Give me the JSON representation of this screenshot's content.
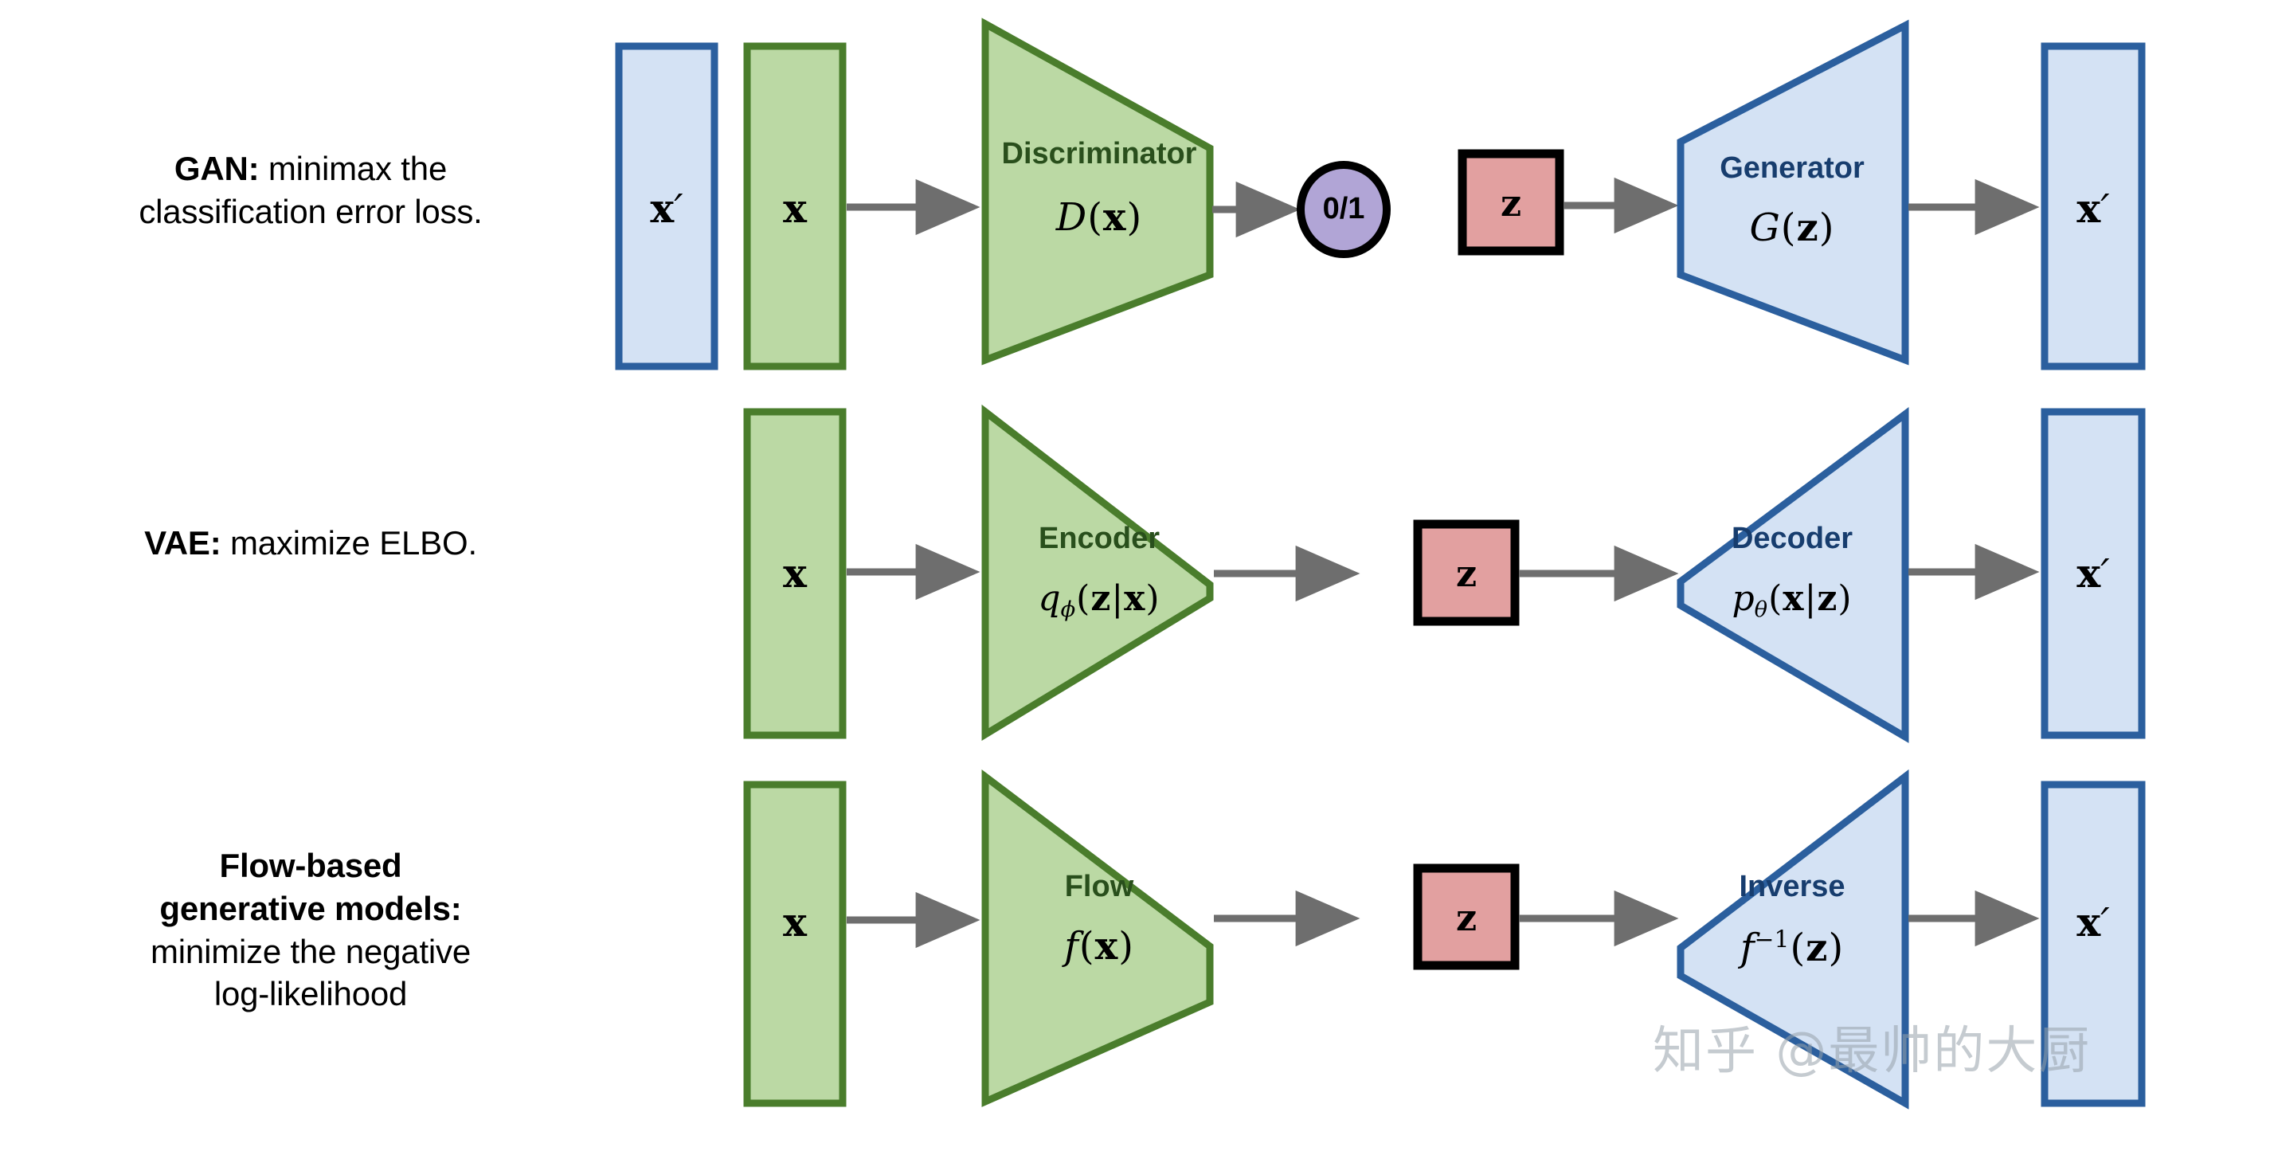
{
  "palette": {
    "green_fill": "#bbd9a4",
    "green_stroke": "#4a7d2c",
    "blue_fill": "#d4e2f4",
    "blue_stroke": "#2b5f9e",
    "pink_fill": "#e2a0a0",
    "pink_stroke": "#000000",
    "purple_fill": "#b1a5d6",
    "purple_stroke": "#000000",
    "arrow_gray": "#6e6e6e",
    "green_text": "#294f1c",
    "blue_text": "#173d6e",
    "background": "#ffffff"
  },
  "rows": [
    {
      "id": "gan",
      "caption_lead": "GAN:",
      "caption_rest": " minimax the classification error loss.",
      "caption_lines": [
        "GAN: minimax the",
        "classification error loss."
      ],
      "nodes": [
        {
          "name": "x-prime-input",
          "label": "x′",
          "kind": "blue-box"
        },
        {
          "name": "x-input",
          "label": "x",
          "kind": "green-box"
        },
        {
          "name": "discriminator",
          "title": "Discriminator",
          "formula": "D(x)",
          "kind": "green-trapezoid-narrow-right"
        },
        {
          "name": "binary-output",
          "label": "0/1",
          "kind": "purple-circle"
        },
        {
          "name": "z-latent",
          "label": "z",
          "kind": "pink-box"
        },
        {
          "name": "generator",
          "title": "Generator",
          "formula": "G(z)",
          "kind": "blue-trapezoid-wide-right"
        },
        {
          "name": "x-prime-output",
          "label": "x′",
          "kind": "blue-box"
        }
      ]
    },
    {
      "id": "vae",
      "caption_lead": "VAE:",
      "caption_rest": " maximize ELBO.",
      "caption_lines": [
        "VAE: maximize ELBO."
      ],
      "nodes": [
        {
          "name": "x-input",
          "label": "x",
          "kind": "green-box"
        },
        {
          "name": "encoder",
          "title": "Encoder",
          "formula": "qϕ(z|x)",
          "kind": "green-trapezoid-narrow-right"
        },
        {
          "name": "z-latent",
          "label": "z",
          "kind": "pink-box"
        },
        {
          "name": "decoder",
          "title": "Decoder",
          "formula": "pθ(x|z)",
          "kind": "blue-trapezoid-wide-right"
        },
        {
          "name": "x-prime-output",
          "label": "x′",
          "kind": "blue-box"
        }
      ]
    },
    {
      "id": "flow",
      "caption_lead": "Flow-based generative models:",
      "caption_rest": " minimize the negative log-likelihood",
      "caption_lines": [
        "Flow-based",
        "generative models:",
        "minimize the negative",
        "log-likelihood"
      ],
      "nodes": [
        {
          "name": "x-input",
          "label": "x",
          "kind": "green-box"
        },
        {
          "name": "flow",
          "title": "Flow",
          "formula": "f(x)",
          "kind": "green-trapezoid-narrow-right"
        },
        {
          "name": "z-latent",
          "label": "z",
          "kind": "pink-box"
        },
        {
          "name": "inverse",
          "title": "Inverse",
          "formula": "f⁻¹(z)",
          "kind": "blue-trapezoid-wide-right"
        },
        {
          "name": "x-prime-output",
          "label": "x′",
          "kind": "blue-box"
        }
      ]
    }
  ],
  "labels": {
    "x": "x",
    "x_prime": "x′",
    "z": "z",
    "binary": "0/1",
    "discriminator": "Discriminator",
    "generator": "Generator",
    "encoder": "Encoder",
    "decoder": "Decoder",
    "flow": "Flow",
    "inverse": "Inverse"
  },
  "formulas": {
    "D_of_x": "D(x)",
    "G_of_z": "G(z)",
    "q_phi": "qϕ(z|x)",
    "p_theta": "pθ(x|z)",
    "f_of_x": "f(x)",
    "f_inv_of_z": "f⁻¹(z)"
  },
  "captions": {
    "gan_bold": "GAN:",
    "gan_line1_rest": " minimax the",
    "gan_line2": "classification error loss.",
    "vae_bold": "VAE:",
    "vae_rest": " maximize ELBO.",
    "flow_bold_line1": "Flow-based",
    "flow_bold_line2": "generative models:",
    "flow_line3": "minimize the negative",
    "flow_line4": "log-likelihood"
  },
  "watermark": {
    "text": "知乎 @最帅的大厨"
  }
}
